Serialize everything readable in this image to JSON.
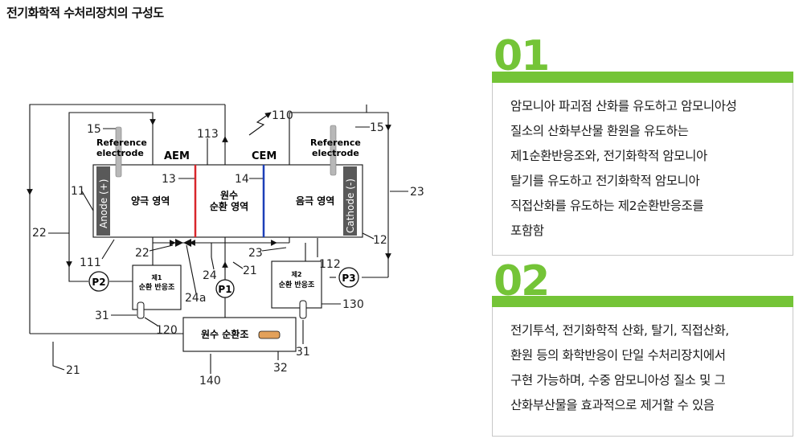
{
  "page": {
    "title": "전기화학적 수처리장치의 구성도"
  },
  "diagram": {
    "labels": {
      "aem": "AEM",
      "cem": "CEM",
      "ref_left": [
        "Reference",
        "electrode"
      ],
      "ref_right": [
        "Reference",
        "electrode"
      ],
      "anode": "Anode (+)",
      "cathode": "Cathode (-)",
      "anode_zone": "양극 영역",
      "center_zone": [
        "원수",
        "순환 영역"
      ],
      "cathode_zone": "음극 영역",
      "tank1": [
        "제1",
        "순환 반응조"
      ],
      "tank2": [
        "제2",
        "순환 반응조"
      ],
      "tank_raw": "원수 순환조",
      "pump1": "P1",
      "pump2": "P2",
      "pump3": "P3"
    },
    "refs": {
      "r110": "110",
      "r113": "113",
      "r15a": "15",
      "r15b": "15",
      "r13": "13",
      "r14": "14",
      "r11": "11",
      "r23a": "23",
      "r22a": "22",
      "r12": "12",
      "r22b": "22",
      "r23b": "23",
      "r111": "111",
      "r112": "112",
      "r21a": "21",
      "r24": "24",
      "r24a": "24a",
      "r31a": "31",
      "r120": "120",
      "r130": "130",
      "r31b": "31",
      "r32": "32",
      "r140": "140",
      "r21b": "21"
    }
  },
  "cards": [
    {
      "number": "01",
      "lines": [
        "암모니아 파괴점 산화를 유도하고 암모니아성",
        "질소의 산화부산물 환원을 유도하는",
        "제1순환반응조와, 전기화학적 암모니아",
        "탈기를 유도하고 전기화학적 암모니아",
        "직접산화를 유도하는 제2순환반응조를",
        "포함함"
      ]
    },
    {
      "number": "02",
      "lines": [
        "전기투석, 전기화학적 산화, 탈기, 직접산화,",
        "환원 등의 화학반응이 단일 수처리장치에서",
        "구현 가능하며, 수중 암모니아성 질소 및 그",
        "산화부산물을 효과적으로 제거할 수 있음"
      ]
    }
  ],
  "colors": {
    "accent": "#74c437",
    "aem": "#d8262b",
    "cem": "#1c3fb8",
    "electrode": "#595959",
    "port": "#e3a15a"
  }
}
